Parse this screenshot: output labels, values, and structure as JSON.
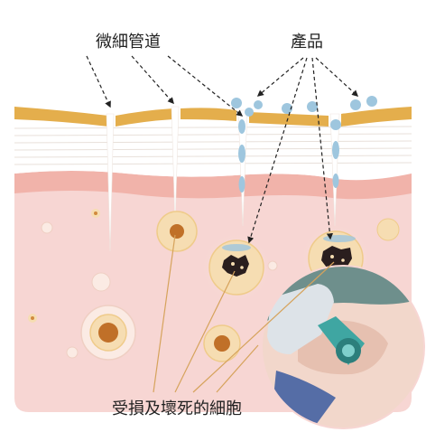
{
  "labels": {
    "micro_channels": "微細管道",
    "product": "產品",
    "damaged_cells": "受損及壞死的細胞"
  },
  "colors": {
    "stratum_corneum": "#E4AE4C",
    "epidermis": "#FFFFFF",
    "epidermis_lines": "#E8E0DA",
    "dermis_band": "#F1B3AA",
    "dermis": "#F7D6D3",
    "product_drop": "#9EC6DE",
    "cell_ring": "#F6DDB2",
    "cell_inner": "#F1CE8C",
    "cell_nucleus": "#C07028",
    "damaged_nucleus": "#2A1E1E",
    "leader_line_cells": "#D6A35C",
    "leader_line_top": "#222222",
    "photo_bg": "#6E8F8C",
    "device_color": "#DDE3E8",
    "device_tip": "#3FA6A2"
  },
  "icons": {
    "micro_channel": "needle-channel-icon",
    "product_droplet": "droplet-icon",
    "damaged_cell": "damaged-cell-icon",
    "healthy_cell": "cell-icon",
    "device_photo": "microneedle-device-photo"
  }
}
